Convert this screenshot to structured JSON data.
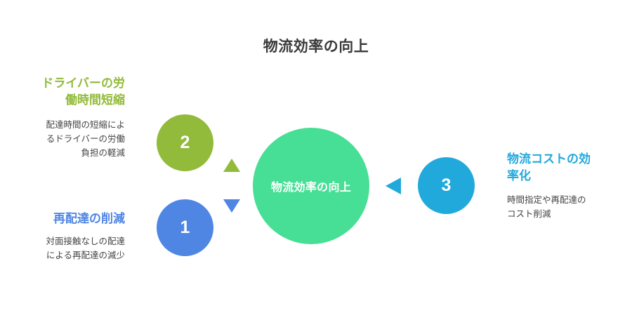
{
  "title": "物流効率の向上",
  "center_label": "物流効率の向上",
  "items": [
    {
      "number": "1",
      "heading": "再配達の削減",
      "description_lines": [
        "対面接触なしの配達",
        "による再配達の減少"
      ],
      "color": "#4f86e4"
    },
    {
      "number": "2",
      "heading_lines": [
        "ドライバーの労",
        "働時間短縮"
      ],
      "description_lines": [
        "配達時間の短縮によ",
        "るドライバーの労働",
        "負担の軽減"
      ],
      "color": "#92bb3b"
    },
    {
      "number": "3",
      "heading_lines": [
        "物流コストの効",
        "率化"
      ],
      "description_lines": [
        "時間指定や再配達の",
        "コスト削減"
      ],
      "color": "#22a9db"
    }
  ],
  "center_color": "#47df95"
}
